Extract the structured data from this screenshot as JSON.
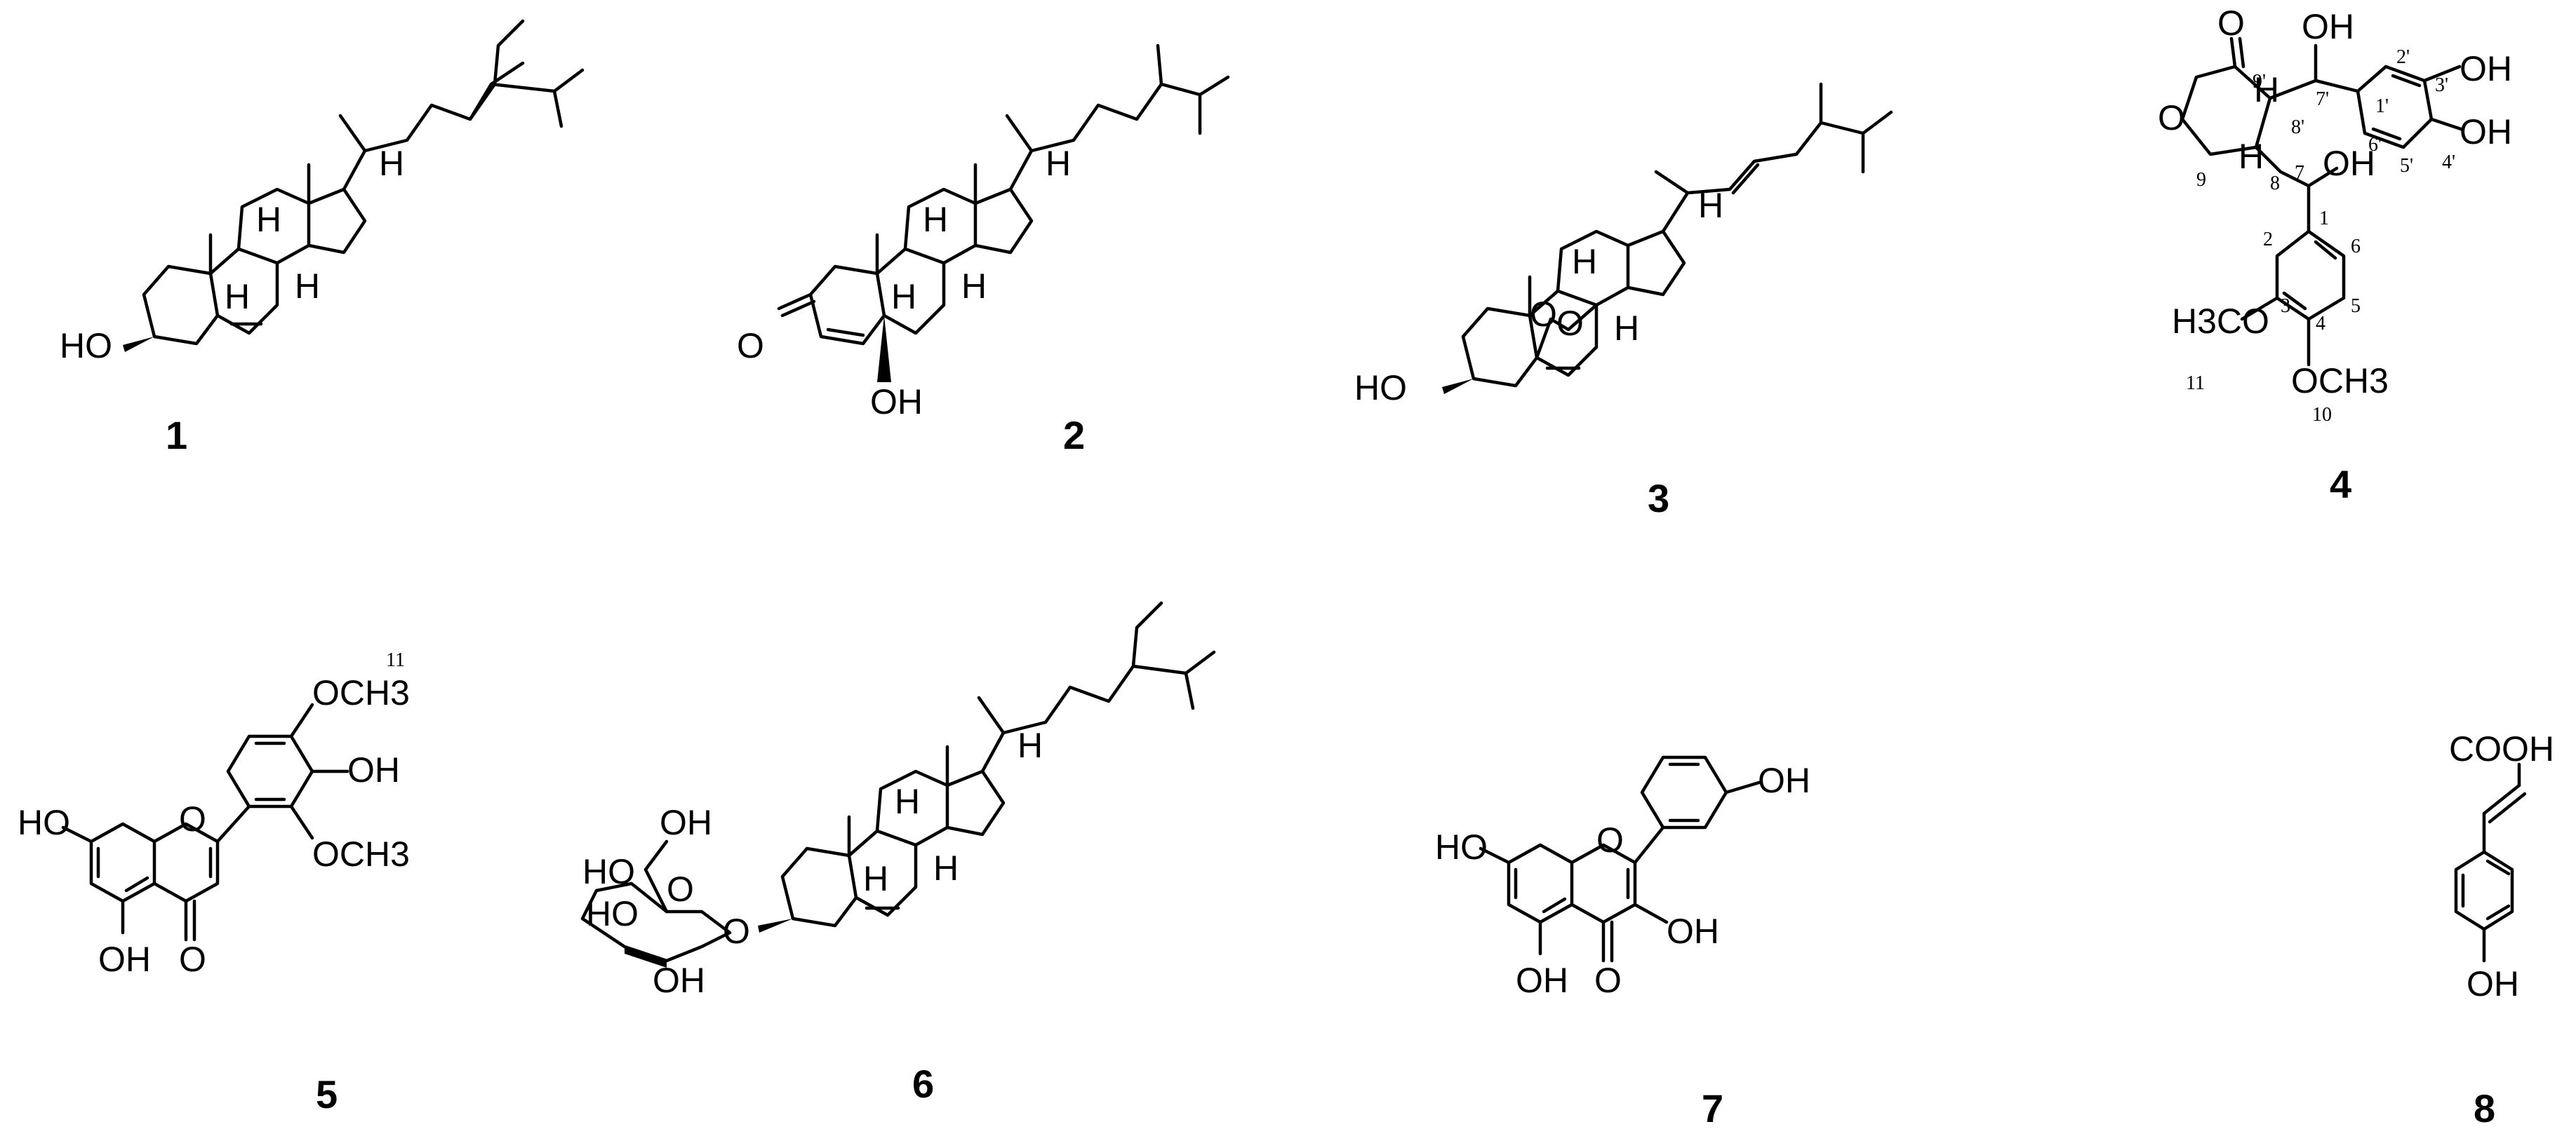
{
  "compounds": [
    {
      "id": "1",
      "labels": {
        "ho": "HO"
      }
    },
    {
      "id": "2",
      "labels": {
        "oxo": "O",
        "oh": "OH"
      }
    },
    {
      "id": "3",
      "labels": {
        "ho": "HO",
        "o1": "O",
        "o2": "O"
      }
    },
    {
      "id": "4",
      "labels": {
        "carbonyl": "O",
        "ring_o": "O",
        "oh7p": "OH",
        "oh3p": "OH",
        "oh4p": "OH",
        "oh7": "OH",
        "h3co": "H3CO",
        "och3": "OCH3"
      },
      "atom_numbers": [
        "9'",
        "7'",
        "8'",
        "1'",
        "2'",
        "3'",
        "4'",
        "5'",
        "6'",
        "8",
        "9",
        "7",
        "1",
        "2",
        "3",
        "4",
        "5",
        "6",
        "11",
        "10"
      ]
    },
    {
      "id": "5",
      "labels": {
        "och3_top": "OCH3",
        "oh": "OH",
        "och3_bot": "OCH3",
        "ho": "HO",
        "ring_o": "O",
        "oh5": "OH",
        "oxo": "O"
      },
      "atom_numbers": [
        "11"
      ]
    },
    {
      "id": "6",
      "labels": {
        "oh_ch2": "OH",
        "ring_o": "O",
        "ho4": "HO",
        "ho3": "HO",
        "oh2": "OH",
        "gly_o": "O"
      }
    },
    {
      "id": "7",
      "labels": {
        "ho": "HO",
        "ring_o": "O",
        "oh4p": "OH",
        "oh3": "OH",
        "oh5": "OH",
        "oxo": "O"
      }
    },
    {
      "id": "8",
      "labels": {
        "cooh": "COOH",
        "oh": "OH"
      }
    }
  ],
  "h_label": "H"
}
